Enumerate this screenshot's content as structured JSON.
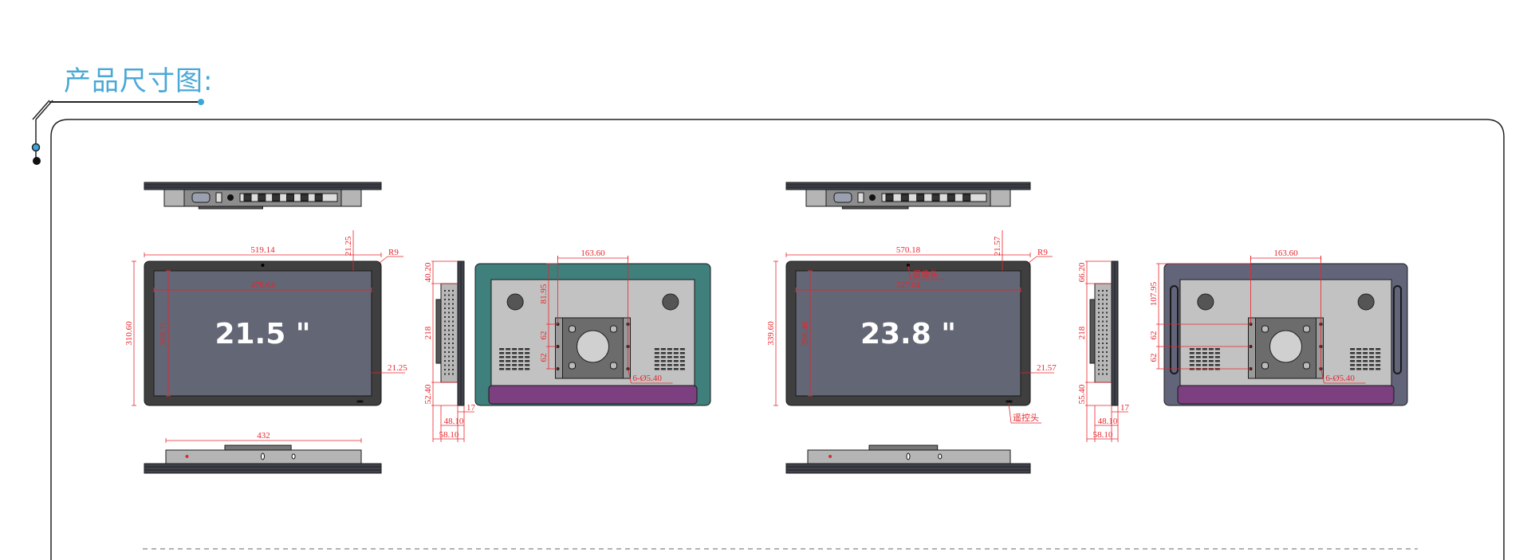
{
  "title": "产品尺寸图:",
  "colors": {
    "accent": "#4aa8d6",
    "dimension": "#e8252c",
    "bezel": "#3f3f3f",
    "screen": "#636674",
    "purple_panel": "#7c3f7f",
    "back_teal": "#3f7f7c",
    "back_grey": "#62657a"
  },
  "models": [
    {
      "size_label": "21.5 \"",
      "dims": {
        "width": "519.14",
        "bezel_top": "21.25",
        "radius": "R9",
        "screen_width": "476.64",
        "screen_height": "268.11",
        "height": "310.60",
        "bezel_side": "21.25",
        "side_top": "40.20",
        "side_mid": "218",
        "side_bottom": "52.40",
        "depth_panel": "17",
        "depth_box": "48.10",
        "depth_total": "58.10",
        "vesa_width": "163.60",
        "vesa_top": "81.95",
        "vesa_gap1": "62",
        "vesa_gap2": "62",
        "holes": "6-Ø5.40",
        "bracket_width": "432"
      }
    },
    {
      "size_label": "23.8 \"",
      "dims": {
        "width": "570.18",
        "bezel_top": "21.57",
        "radius": "R9",
        "screen_width": "527.04",
        "screen_height": "296.46",
        "height": "339.60",
        "bezel_side": "21.57",
        "side_top": "66.20",
        "side_mid": "218",
        "side_bottom": "55.40",
        "depth_panel": "17",
        "depth_box": "48.10",
        "depth_total": "58.10",
        "vesa_width": "163.60",
        "vesa_top": "107.95",
        "vesa_gap1": "62",
        "vesa_gap2": "62",
        "holes": "6-Ø5.40"
      },
      "callouts": {
        "camera": "摄像头",
        "remote": "遥控头"
      }
    }
  ]
}
